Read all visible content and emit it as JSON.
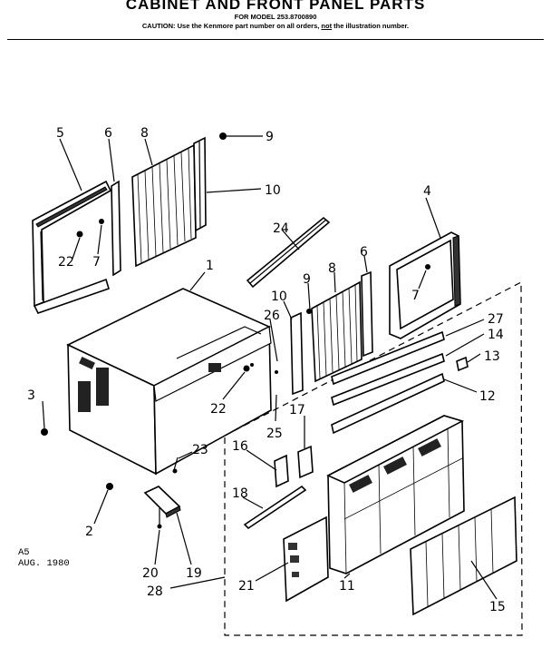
{
  "header": {
    "title": "CABINET AND FRONT PANEL PARTS",
    "model": "FOR MODEL 253.8700890",
    "caution_pre": "CAUTION: Use the Kenmore part number on all orders, ",
    "caution_not": "not",
    "caution_post": " the illustration number."
  },
  "stamp": {
    "line1": "A5",
    "line2": "AUG. 1980"
  },
  "callouts": {
    "c1": "1",
    "c2": "2",
    "c3": "3",
    "c4": "4",
    "c5": "5",
    "c6a": "6",
    "c6b": "6",
    "c7a": "7",
    "c7b": "7",
    "c8a": "8",
    "c8b": "8",
    "c9a": "9",
    "c9b": "9",
    "c10a": "10",
    "c10b": "10",
    "c11": "11",
    "c12": "12",
    "c13": "13",
    "c14": "14",
    "c15": "15",
    "c16": "16",
    "c17": "17",
    "c18": "18",
    "c19": "19",
    "c20": "20",
    "c21": "21",
    "c22a": "22",
    "c22b": "22",
    "c23": "23",
    "c24": "24",
    "c25": "25",
    "c26": "26",
    "c27": "27",
    "c28": "28"
  }
}
